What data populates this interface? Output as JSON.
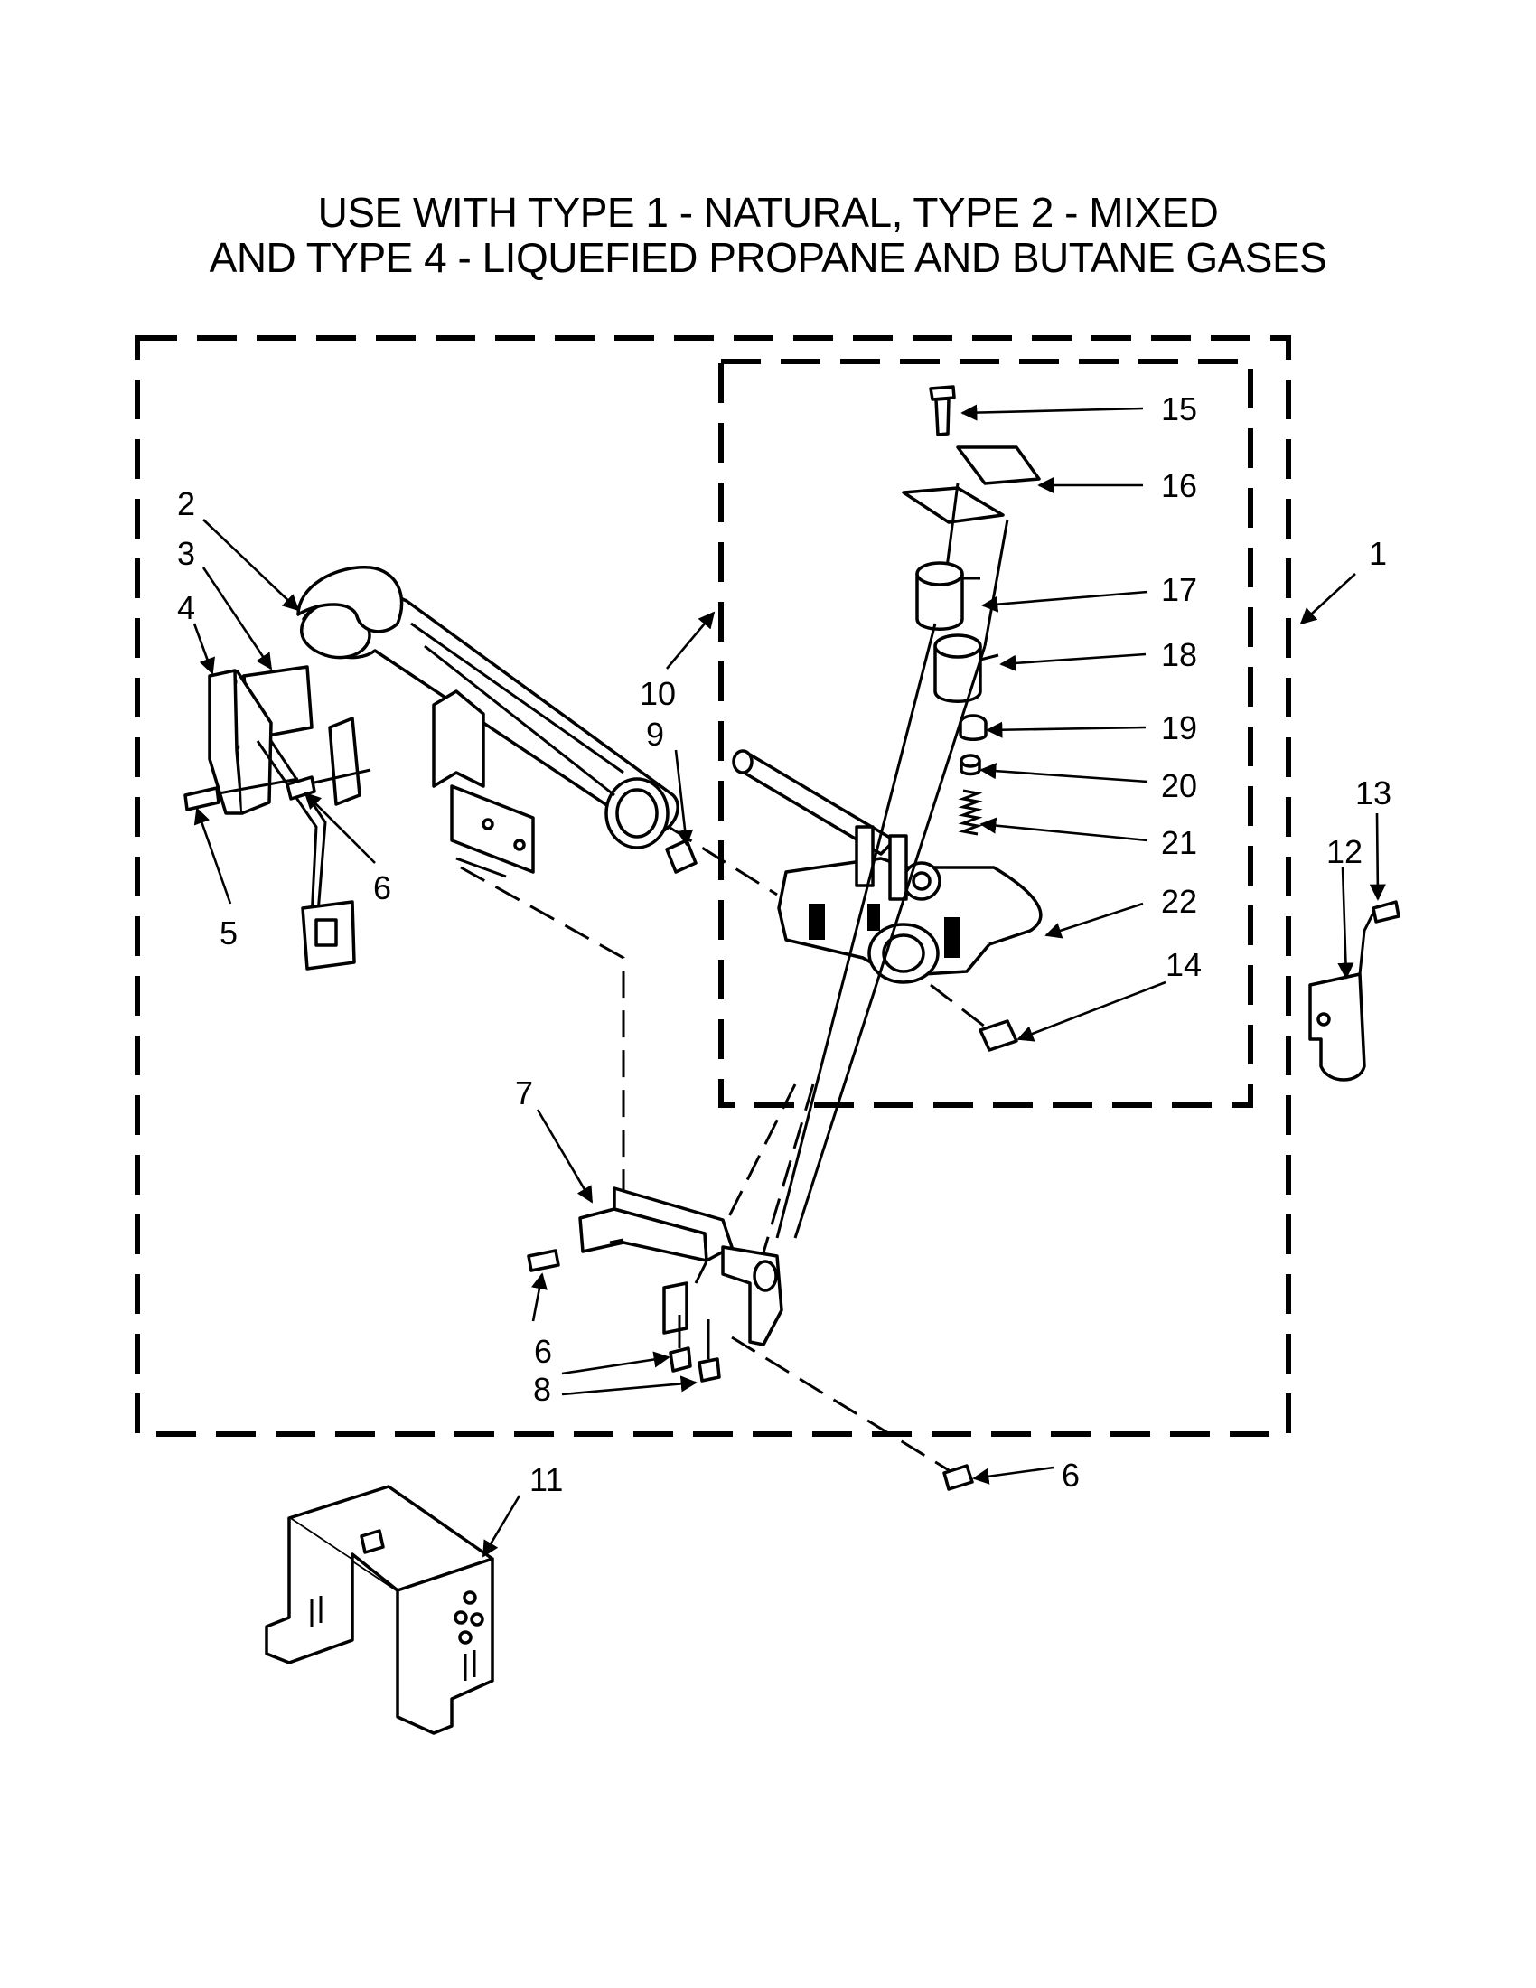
{
  "title": {
    "line1": "USE WITH TYPE 1 - NATURAL, TYPE 2 - MIXED",
    "line2": "AND TYPE 4 - LIQUEFIED PROPANE AND BUTANE GASES"
  },
  "callouts": {
    "c1": "1",
    "c2": "2",
    "c3": "3",
    "c4": "4",
    "c5": "5",
    "c6a": "6",
    "c6b": "6",
    "c6c": "6",
    "c7": "7",
    "c8": "8",
    "c9": "9",
    "c10": "10",
    "c11": "11",
    "c12": "12",
    "c13": "13",
    "c14": "14",
    "c15": "15",
    "c16": "16",
    "c17": "17",
    "c18": "18",
    "c19": "19",
    "c20": "20",
    "c21": "21",
    "c22": "22"
  }
}
